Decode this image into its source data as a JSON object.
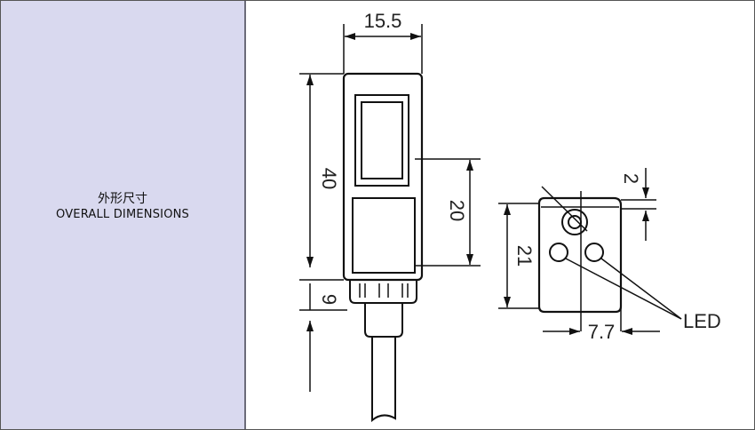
{
  "caption": {
    "title_zh": "外形尺寸",
    "title_en": "OVERALL DIMENSIONS"
  },
  "front_view": {
    "width": "15.5",
    "height": "40",
    "window_height": "20",
    "base_height": "9"
  },
  "side_view": {
    "height": "21",
    "width": "7.7",
    "offset": "2",
    "led_label": "LED"
  }
}
